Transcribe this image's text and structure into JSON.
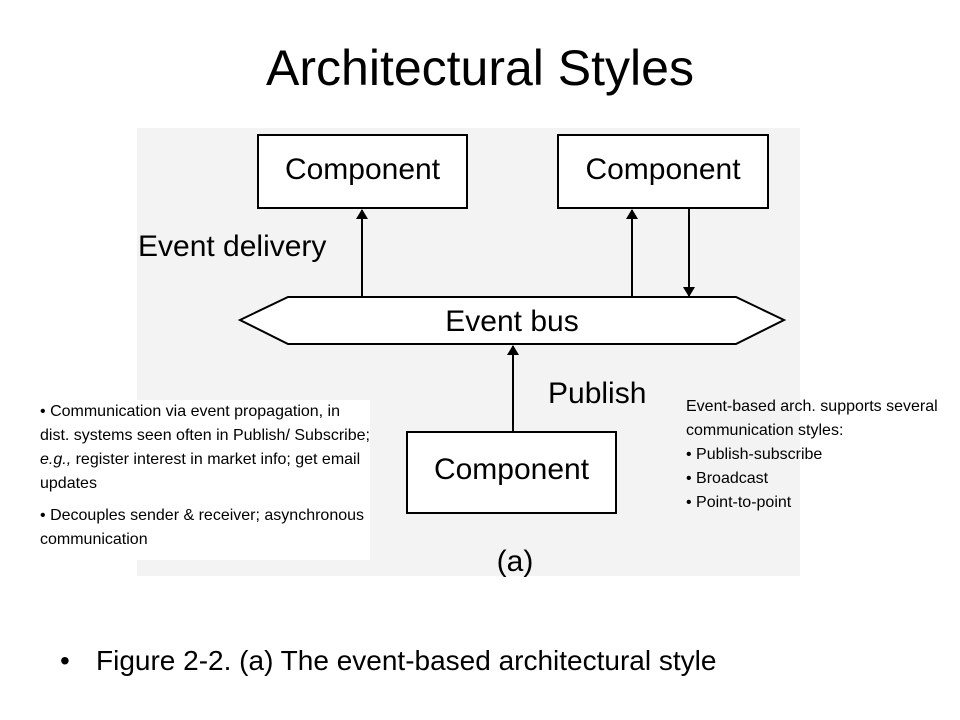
{
  "slide": {
    "title": "Architectural Styles",
    "caption_bullet": "•",
    "caption": "Figure 2-2. (a) The event-based architectural style"
  },
  "diagram": {
    "components": [
      "Component",
      "Component",
      "Component"
    ],
    "event_delivery_label": "Event delivery",
    "event_bus_label": "Event bus",
    "publish_label": "Publish",
    "subfigure_label": "(a)"
  },
  "notes_left": {
    "b1_bullet": "•",
    "b1_part1": "Communication via event propagation, in dist. systems seen often in Publish/ Subscribe;",
    "b1_italic": "e.g.,",
    "b1_part2": "register interest in market info; get email updates",
    "b2_bullet": "•",
    "b2_text": "Decouples sender & receiver; asynchronous communication"
  },
  "notes_right": {
    "heading": "Event-based arch. supports several communication styles:",
    "items": [
      "• Publish-subscribe",
      "• Broadcast",
      "• Point-to-point"
    ]
  },
  "colors": {
    "background": "#ffffff",
    "figure_background": "#f3f3f3",
    "stroke": "#000000"
  }
}
